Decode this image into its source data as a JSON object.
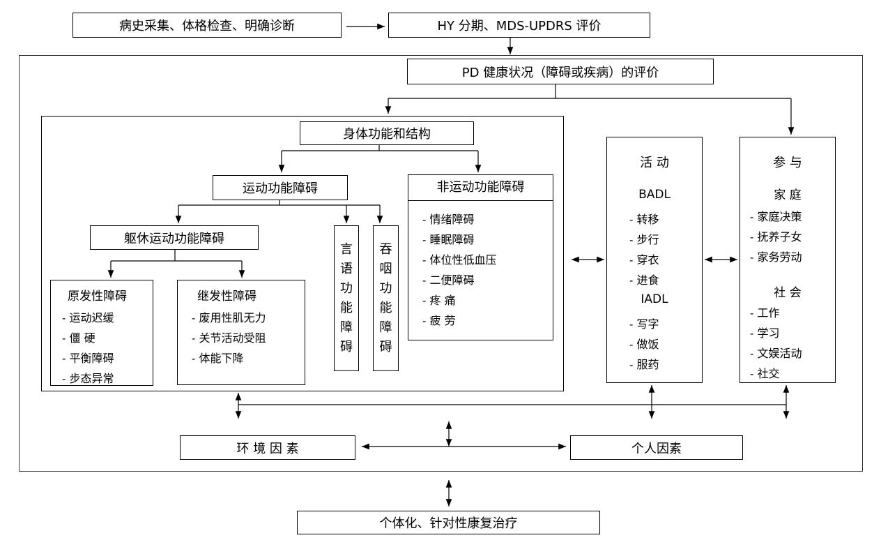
{
  "top": {
    "history": "病史采集、体格检查、明确诊断",
    "staging": "HY 分期、MDS-UPDRS 评价"
  },
  "health_eval": "PD 健康状况（障碍或疾病）的评价",
  "body_function": {
    "title": "身体功能和结构",
    "motor": "运动功能障碍",
    "non_motor": "非运动功能障碍",
    "trunk": "躯休运动功能障碍",
    "speech": [
      "言",
      "语",
      "功",
      "能",
      "障",
      "碍"
    ],
    "swallow": [
      "吞",
      "咽",
      "功",
      "能",
      "障",
      "碍"
    ],
    "primary": {
      "title": "原发性障碍",
      "items": [
        "- 运动迟缓",
        "- 僵  硬",
        "- 平衡障碍",
        "- 步态异常"
      ]
    },
    "secondary": {
      "title": "继发性障碍",
      "items": [
        "- 废用性肌无力",
        "- 关节活动受阻",
        "- 体能下降"
      ]
    },
    "non_motor_items": [
      "- 情绪障碍",
      "- 睡眠障碍",
      "- 体位性低血压",
      "- 二便障碍",
      "- 疼  痛",
      "- 疲  劳"
    ]
  },
  "activity": {
    "title": "活 动",
    "badl": "BADL",
    "badl_items": [
      "- 转移",
      "- 步行",
      "- 穿衣",
      "- 进食"
    ],
    "iadl": "IADL",
    "iadl_items": [
      "- 写字",
      "- 做饭",
      "- 服药"
    ]
  },
  "participation": {
    "title": "参 与",
    "family": "家 庭",
    "family_items": [
      "- 家庭决策",
      "- 抚养子女",
      "- 家务劳动"
    ],
    "society": "社 会",
    "society_items": [
      "- 工作",
      "- 学习",
      "- 文娱活动",
      "- 社交"
    ]
  },
  "factors": {
    "environment": "环 境 因 素",
    "personal": "个人因素"
  },
  "treatment": "个体化、针对性康复治疗"
}
